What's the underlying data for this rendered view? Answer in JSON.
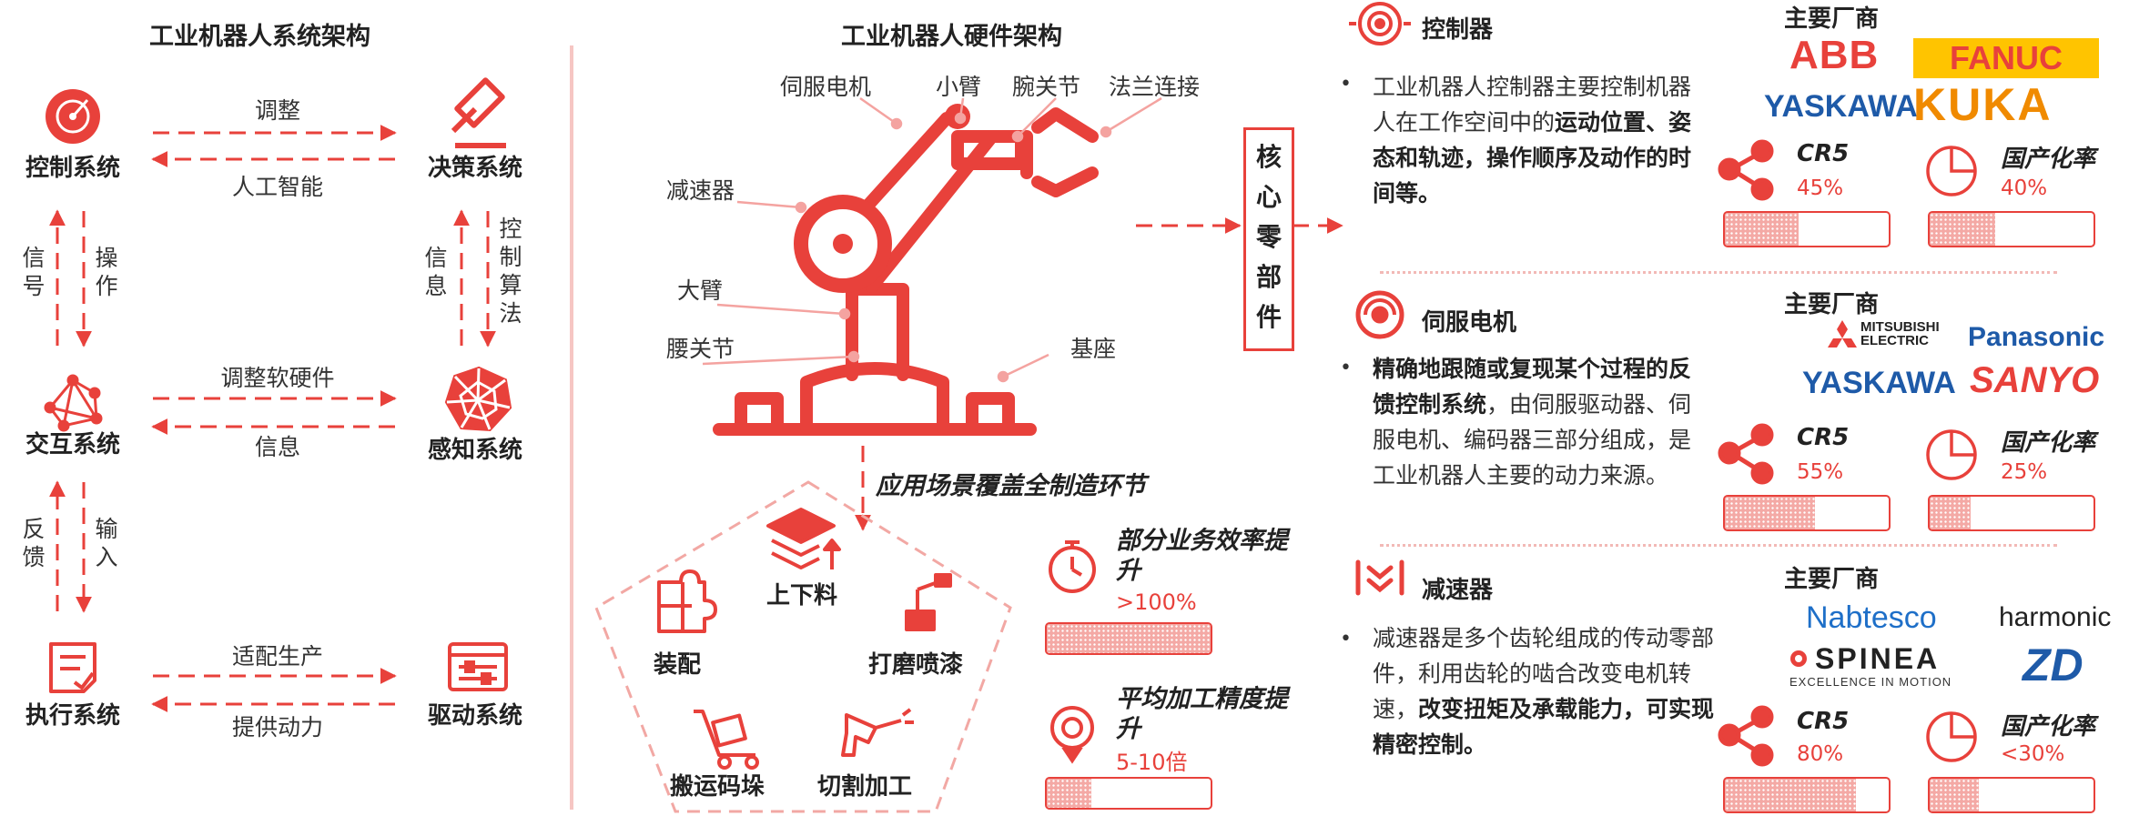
{
  "accent": "#e8413b",
  "left": {
    "title": "工业机器人系统架构",
    "nodes": {
      "control": "控制系统",
      "decision": "决策系统",
      "interaction": "交互系统",
      "perception": "感知系统",
      "execution": "执行系统",
      "drive": "驱动系统"
    },
    "edges": {
      "adjust": "调整",
      "ai": "人工智能",
      "adjust_hw": "调整软硬件",
      "info": "信息",
      "adapt": "适配生产",
      "power": "提供动力"
    },
    "vert": {
      "signal": [
        "信",
        "号"
      ],
      "operate": [
        "操",
        "作"
      ],
      "info": [
        "信",
        "息"
      ],
      "algo": [
        "控",
        "制",
        "算",
        "法"
      ],
      "feedback": [
        "反",
        "馈"
      ],
      "input": [
        "输",
        "入"
      ]
    }
  },
  "middle": {
    "title": "工业机器人硬件架构",
    "parts": {
      "servo": "伺服电机",
      "forearm": "小臂",
      "wrist": "腕关节",
      "flange": "法兰连接",
      "reducer": "减速器",
      "arm": "大臂",
      "waist": "腰关节",
      "base": "基座"
    },
    "core": [
      "核",
      "心",
      "零",
      "部",
      "件"
    ],
    "scenario": "应用场景覆盖全制造环节",
    "apps": {
      "loading": "上下料",
      "assembly": "装配",
      "grinding": "打磨喷漆",
      "palletizing": "搬运码垛",
      "cutting": "切割加工"
    },
    "metrics": [
      {
        "title": "部分业务效率提升",
        "value": ">100%",
        "fill": 1.0
      },
      {
        "title": "平均加工精度提升",
        "value": "5-10倍",
        "fill": 0.27
      }
    ]
  },
  "right": {
    "components": [
      {
        "name": "控制器",
        "desc_plain": "工业机器人控制器主要控制机器人在工作空间中的",
        "desc_bold": "运动位置、姿态和轨迹，操作顺序及动作的时间等。",
        "desc_tail": "",
        "vendors_label": "主要厂商",
        "logos": [
          "ABB",
          "FANUC",
          "YASKAWA",
          "KUKA"
        ],
        "cr5_label": "CR5",
        "cr5": "45%",
        "cr5_fill": 0.45,
        "local_label": "国产化率",
        "local": "40%",
        "local_fill": 0.4
      },
      {
        "name": "伺服电机",
        "desc_bold": "精确地跟随或复现某个过程的反馈控制系统",
        "desc_plain": "，由伺服驱动器、伺服电机、编码器三部分组成，是工业机器人主要的动力来源。",
        "vendors_label": "主要厂商",
        "logos": [
          "MITSUBISHI",
          "ELECTRIC",
          "Panasonic",
          "YASKAWA",
          "SANYO"
        ],
        "cr5_label": "CR5",
        "cr5": "55%",
        "cr5_fill": 0.55,
        "local_label": "国产化率",
        "local": "25%",
        "local_fill": 0.25
      },
      {
        "name": "减速器",
        "desc_plain": "减速器是多个齿轮组成的传动零部件，利用齿轮的啮合改变电机转速，",
        "desc_bold": "改变扭矩及承载能力，可实现精密控制。",
        "vendors_label": "主要厂商",
        "logos": [
          "Nabtesco",
          "harmonic",
          "SPINEA",
          "EXCELLENCE IN MOTION",
          "ZD"
        ],
        "cr5_label": "CR5",
        "cr5": "80%",
        "cr5_fill": 0.8,
        "local_label": "国产化率",
        "local": "<30%",
        "local_fill": 0.3
      }
    ]
  }
}
